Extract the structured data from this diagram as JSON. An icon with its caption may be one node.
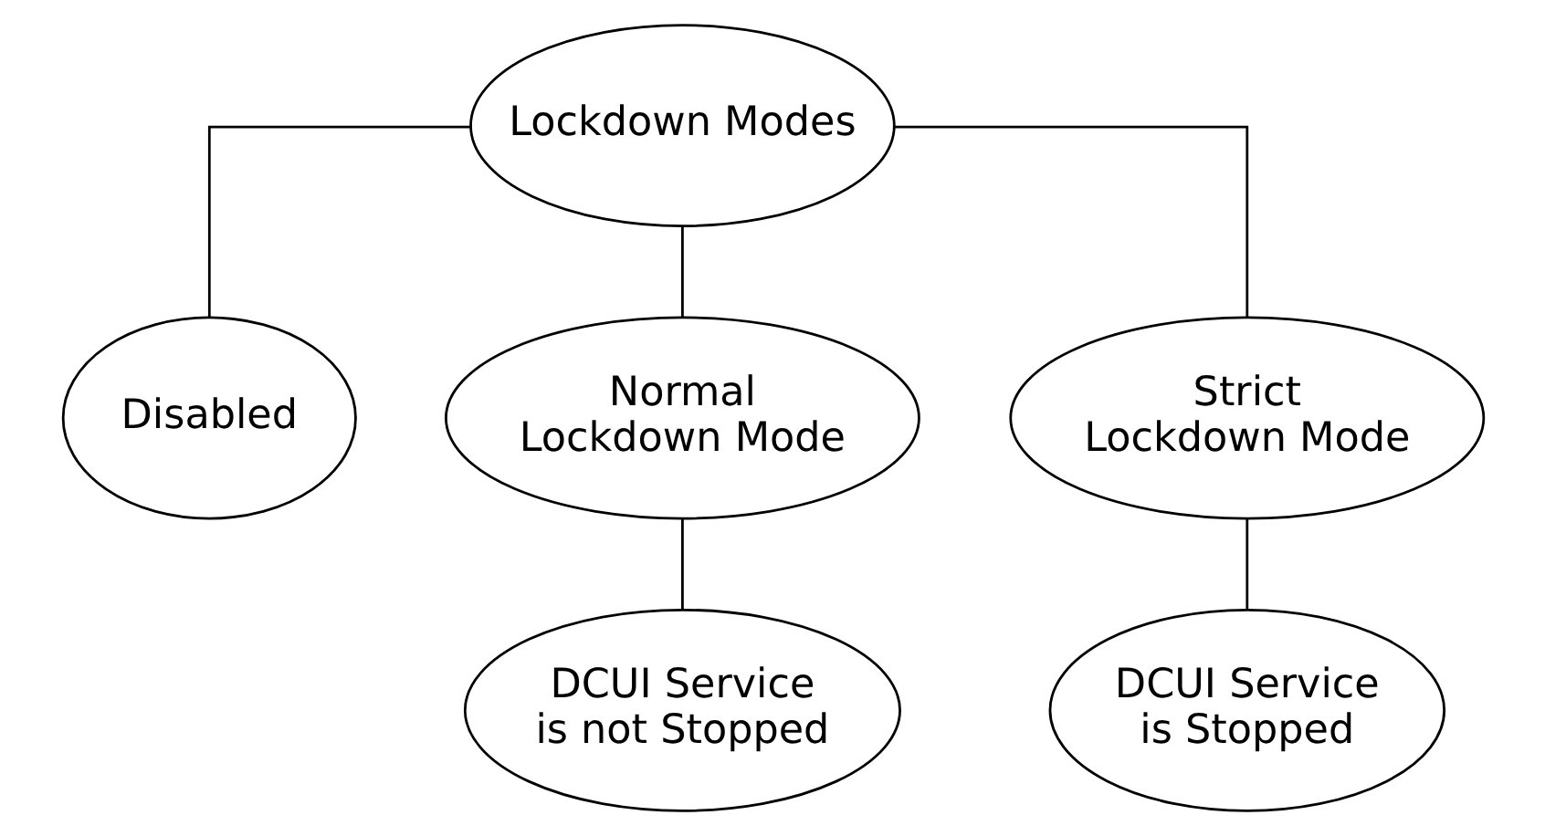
{
  "diagram": {
    "nodes": [
      {
        "text": [
          "Lockdown Modes"
        ]
      },
      {
        "text": [
          "Disabled"
        ]
      },
      {
        "text": [
          "Normal Lockdown Mode"
        ]
      },
      {
        "text": [
          "Strict Lockdown Mode"
        ]
      },
      {
        "text": [
          "DCUI Service is not Stopped"
        ]
      },
      {
        "text": [
          "DCUI Service is Stopped"
        ]
      }
    ],
    "edges": [
      {
        "from": 0,
        "to": 1,
        "arrow": "none"
      },
      {
        "from": 0,
        "to": 2,
        "arrow": "none"
      },
      {
        "from": 0,
        "to": 3,
        "arrow": "none"
      },
      {
        "from": 2,
        "to": 4,
        "arrow": "none"
      },
      {
        "from": 3,
        "to": 5,
        "arrow": "none"
      }
    ]
  }
}
